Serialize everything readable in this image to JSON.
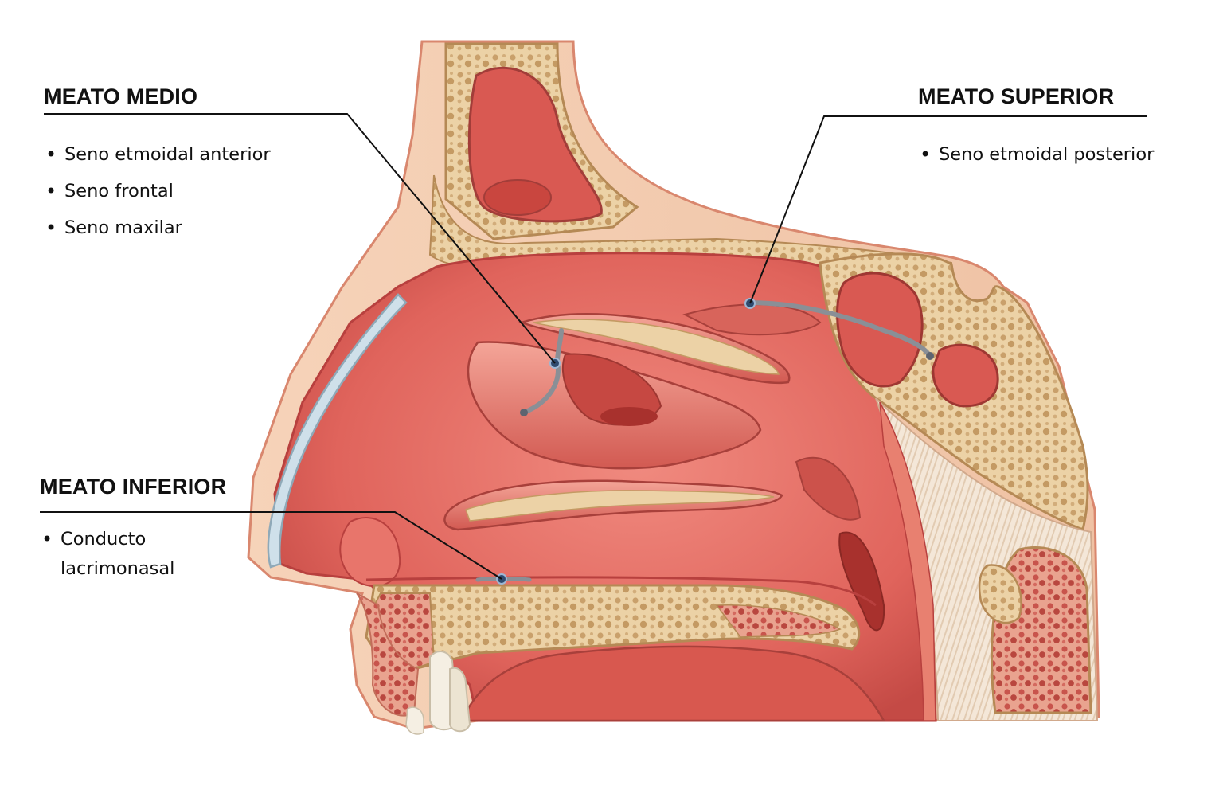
{
  "labels": {
    "meato_medio": {
      "title": "MEATO MEDIO",
      "items": [
        "Seno etmoidal anterior",
        "Seno frontal",
        "Seno maxilar"
      ]
    },
    "meato_superior": {
      "title": "MEATO SUPERIOR",
      "items": [
        "Seno etmoidal posterior"
      ]
    },
    "meato_inferior": {
      "title": "MEATO INFERIOR",
      "items": [
        "Conducto lacrimonasal"
      ]
    }
  },
  "colors": {
    "mucosa": "#e0645c",
    "mucosa_dark": "#b8403e",
    "mucosa_light": "#f19a8d",
    "bone": "#ecd2a6",
    "bone_dark": "#c49a63",
    "skin": "#f3cdb1",
    "cartilage": "#cfe0ea",
    "probe": "#8a8f96",
    "leader": "#111111"
  }
}
